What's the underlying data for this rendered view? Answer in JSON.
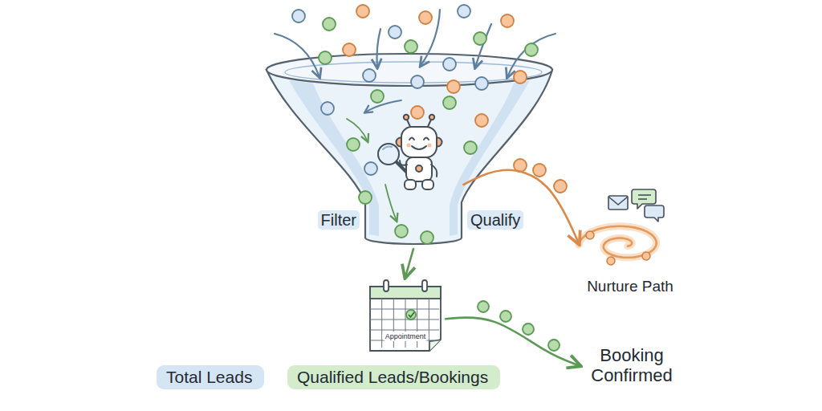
{
  "diagram": {
    "nodes": [
      {
        "text": [
          "Filter",
          "Qualify"
        ]
      },
      {
        "text": [
          "Appointment"
        ]
      },
      {
        "text": [
          "Nurture Path"
        ]
      },
      {
        "text": [
          "Booking Confirmed"
        ]
      },
      {
        "text": [
          "Total Leads"
        ]
      },
      {
        "text": [
          "Qualified Leads/Bookings"
        ]
      }
    ],
    "edges": [
      {
        "from": 0,
        "to": 1,
        "arrow": "to"
      },
      {
        "from": 0,
        "to": 2,
        "arrow": "to"
      },
      {
        "from": 1,
        "to": 3,
        "arrow": "to"
      }
    ]
  }
}
